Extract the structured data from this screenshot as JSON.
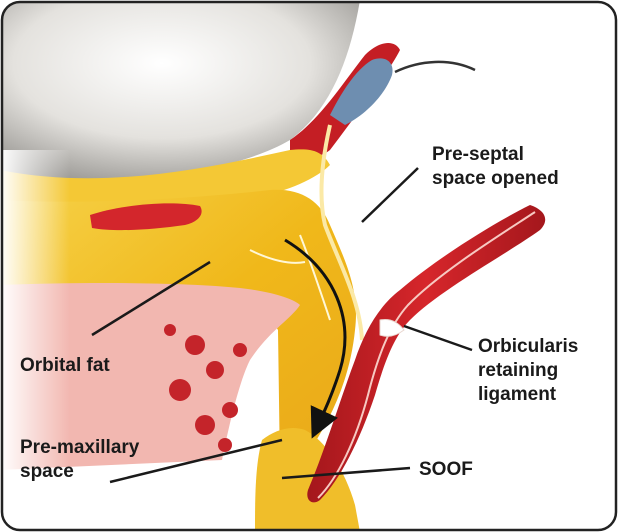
{
  "labels": {
    "pre_septal": [
      "Pre-septal",
      "space opened"
    ],
    "orbital_fat": [
      "Orbital fat"
    ],
    "orbicularis": [
      "Orbicularis",
      "retaining",
      "ligament"
    ],
    "pre_maxillary": [
      "Pre-maxillary",
      "space"
    ],
    "soof": [
      "SOOF"
    ]
  },
  "colors": {
    "frame": "#222222",
    "fat": "#f2c01e",
    "fat_light": "#f8de6a",
    "muscle": "#c41e24",
    "muscle_dark": "#8e1418",
    "bone_pink": "#f2b7b0",
    "eyeball": "#e3e1dd",
    "lens_blue": "#6e8eb0",
    "leader": "#1a1a1a"
  }
}
